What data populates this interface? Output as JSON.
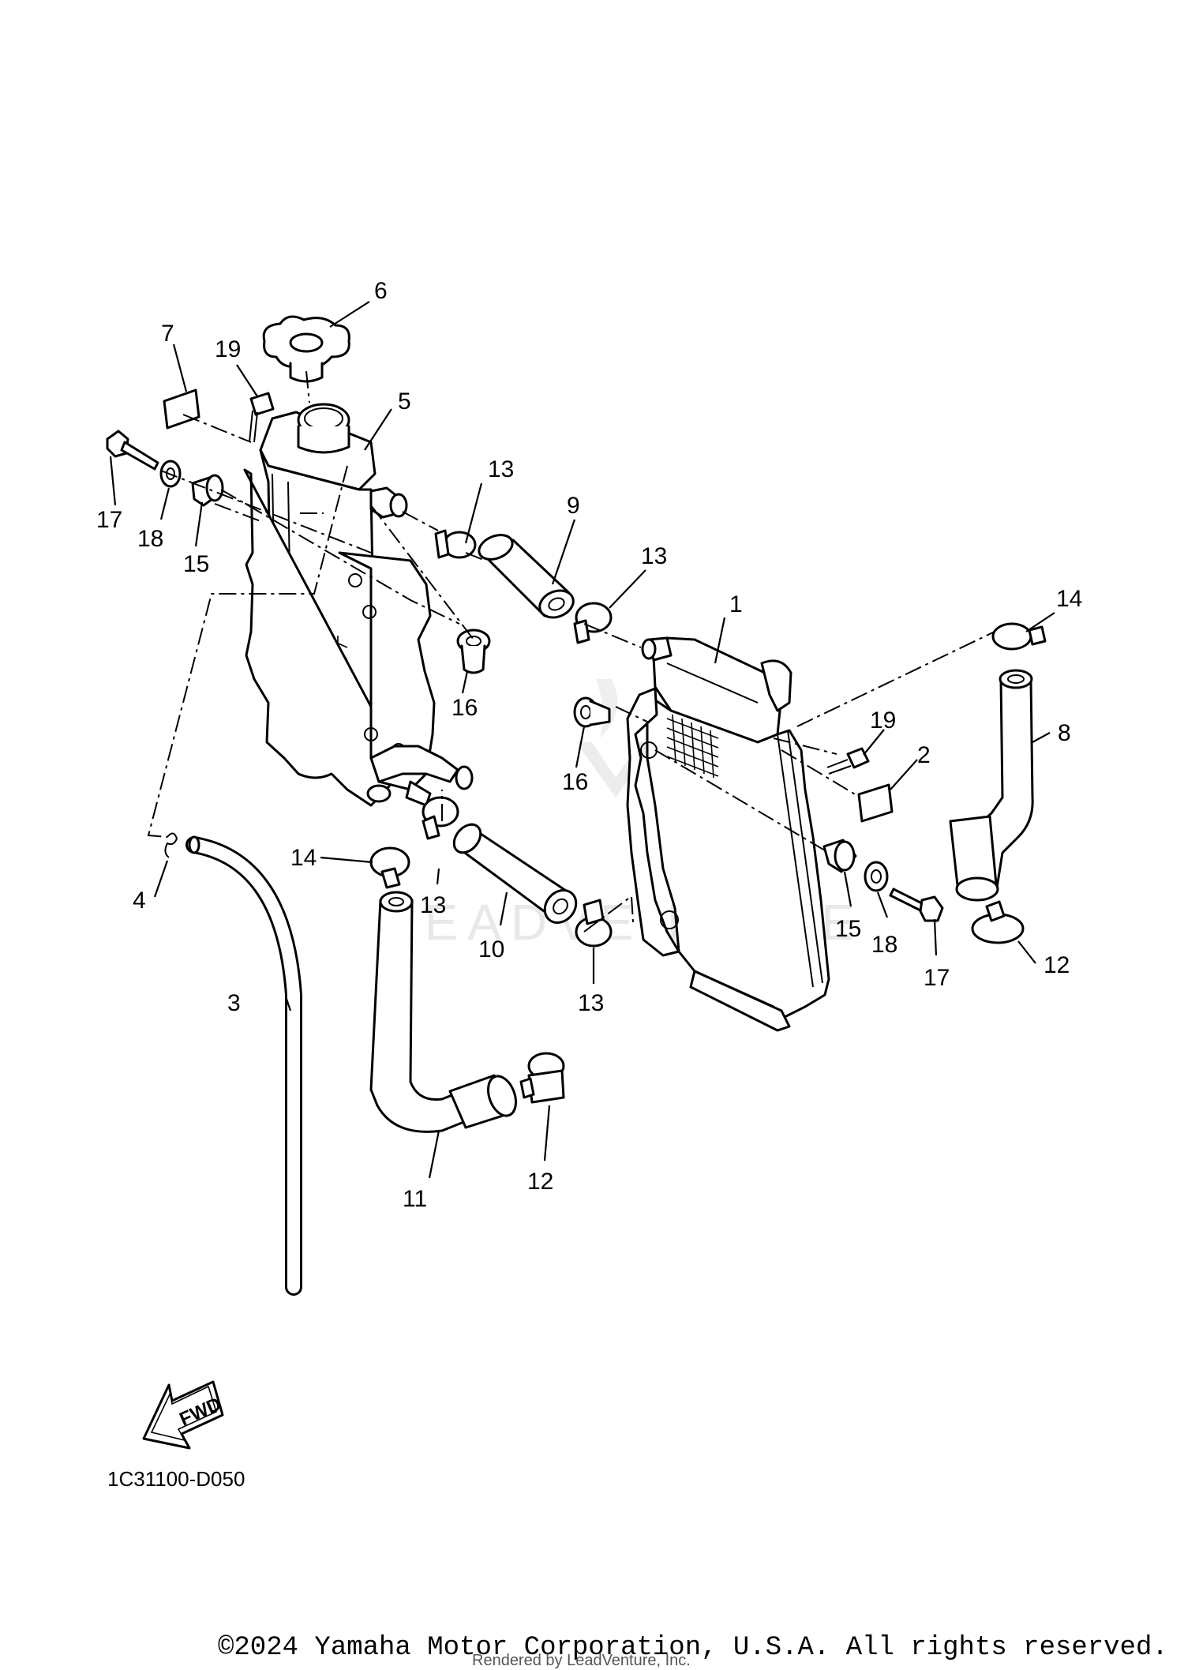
{
  "diagram": {
    "callouts": {
      "c1": "1",
      "c2": "2",
      "c3": "3",
      "c4": "4",
      "c5": "5",
      "c6": "6",
      "c7": "7",
      "c8": "8",
      "c9": "9",
      "c10": "10",
      "c11": "11",
      "c12a": "12",
      "c12b": "12",
      "c13a": "13",
      "c13b": "13",
      "c13c": "13",
      "c13d": "13",
      "c14a": "14",
      "c14b": "14",
      "c15a": "15",
      "c15b": "15",
      "c16a": "16",
      "c16b": "16",
      "c17a": "17",
      "c17b": "17",
      "c18a": "18",
      "c18b": "18",
      "c19a": "19",
      "c19b": "19"
    },
    "fwd_label": "FWD",
    "ref_code": "1C31100-D050",
    "watermark": "LEADVENTURE"
  },
  "footer": {
    "copyright": "©2024 Yamaha Motor Corporation, U.S.A. All rights reserved.",
    "rendered_by": "Rendered by LeadVenture, Inc."
  }
}
